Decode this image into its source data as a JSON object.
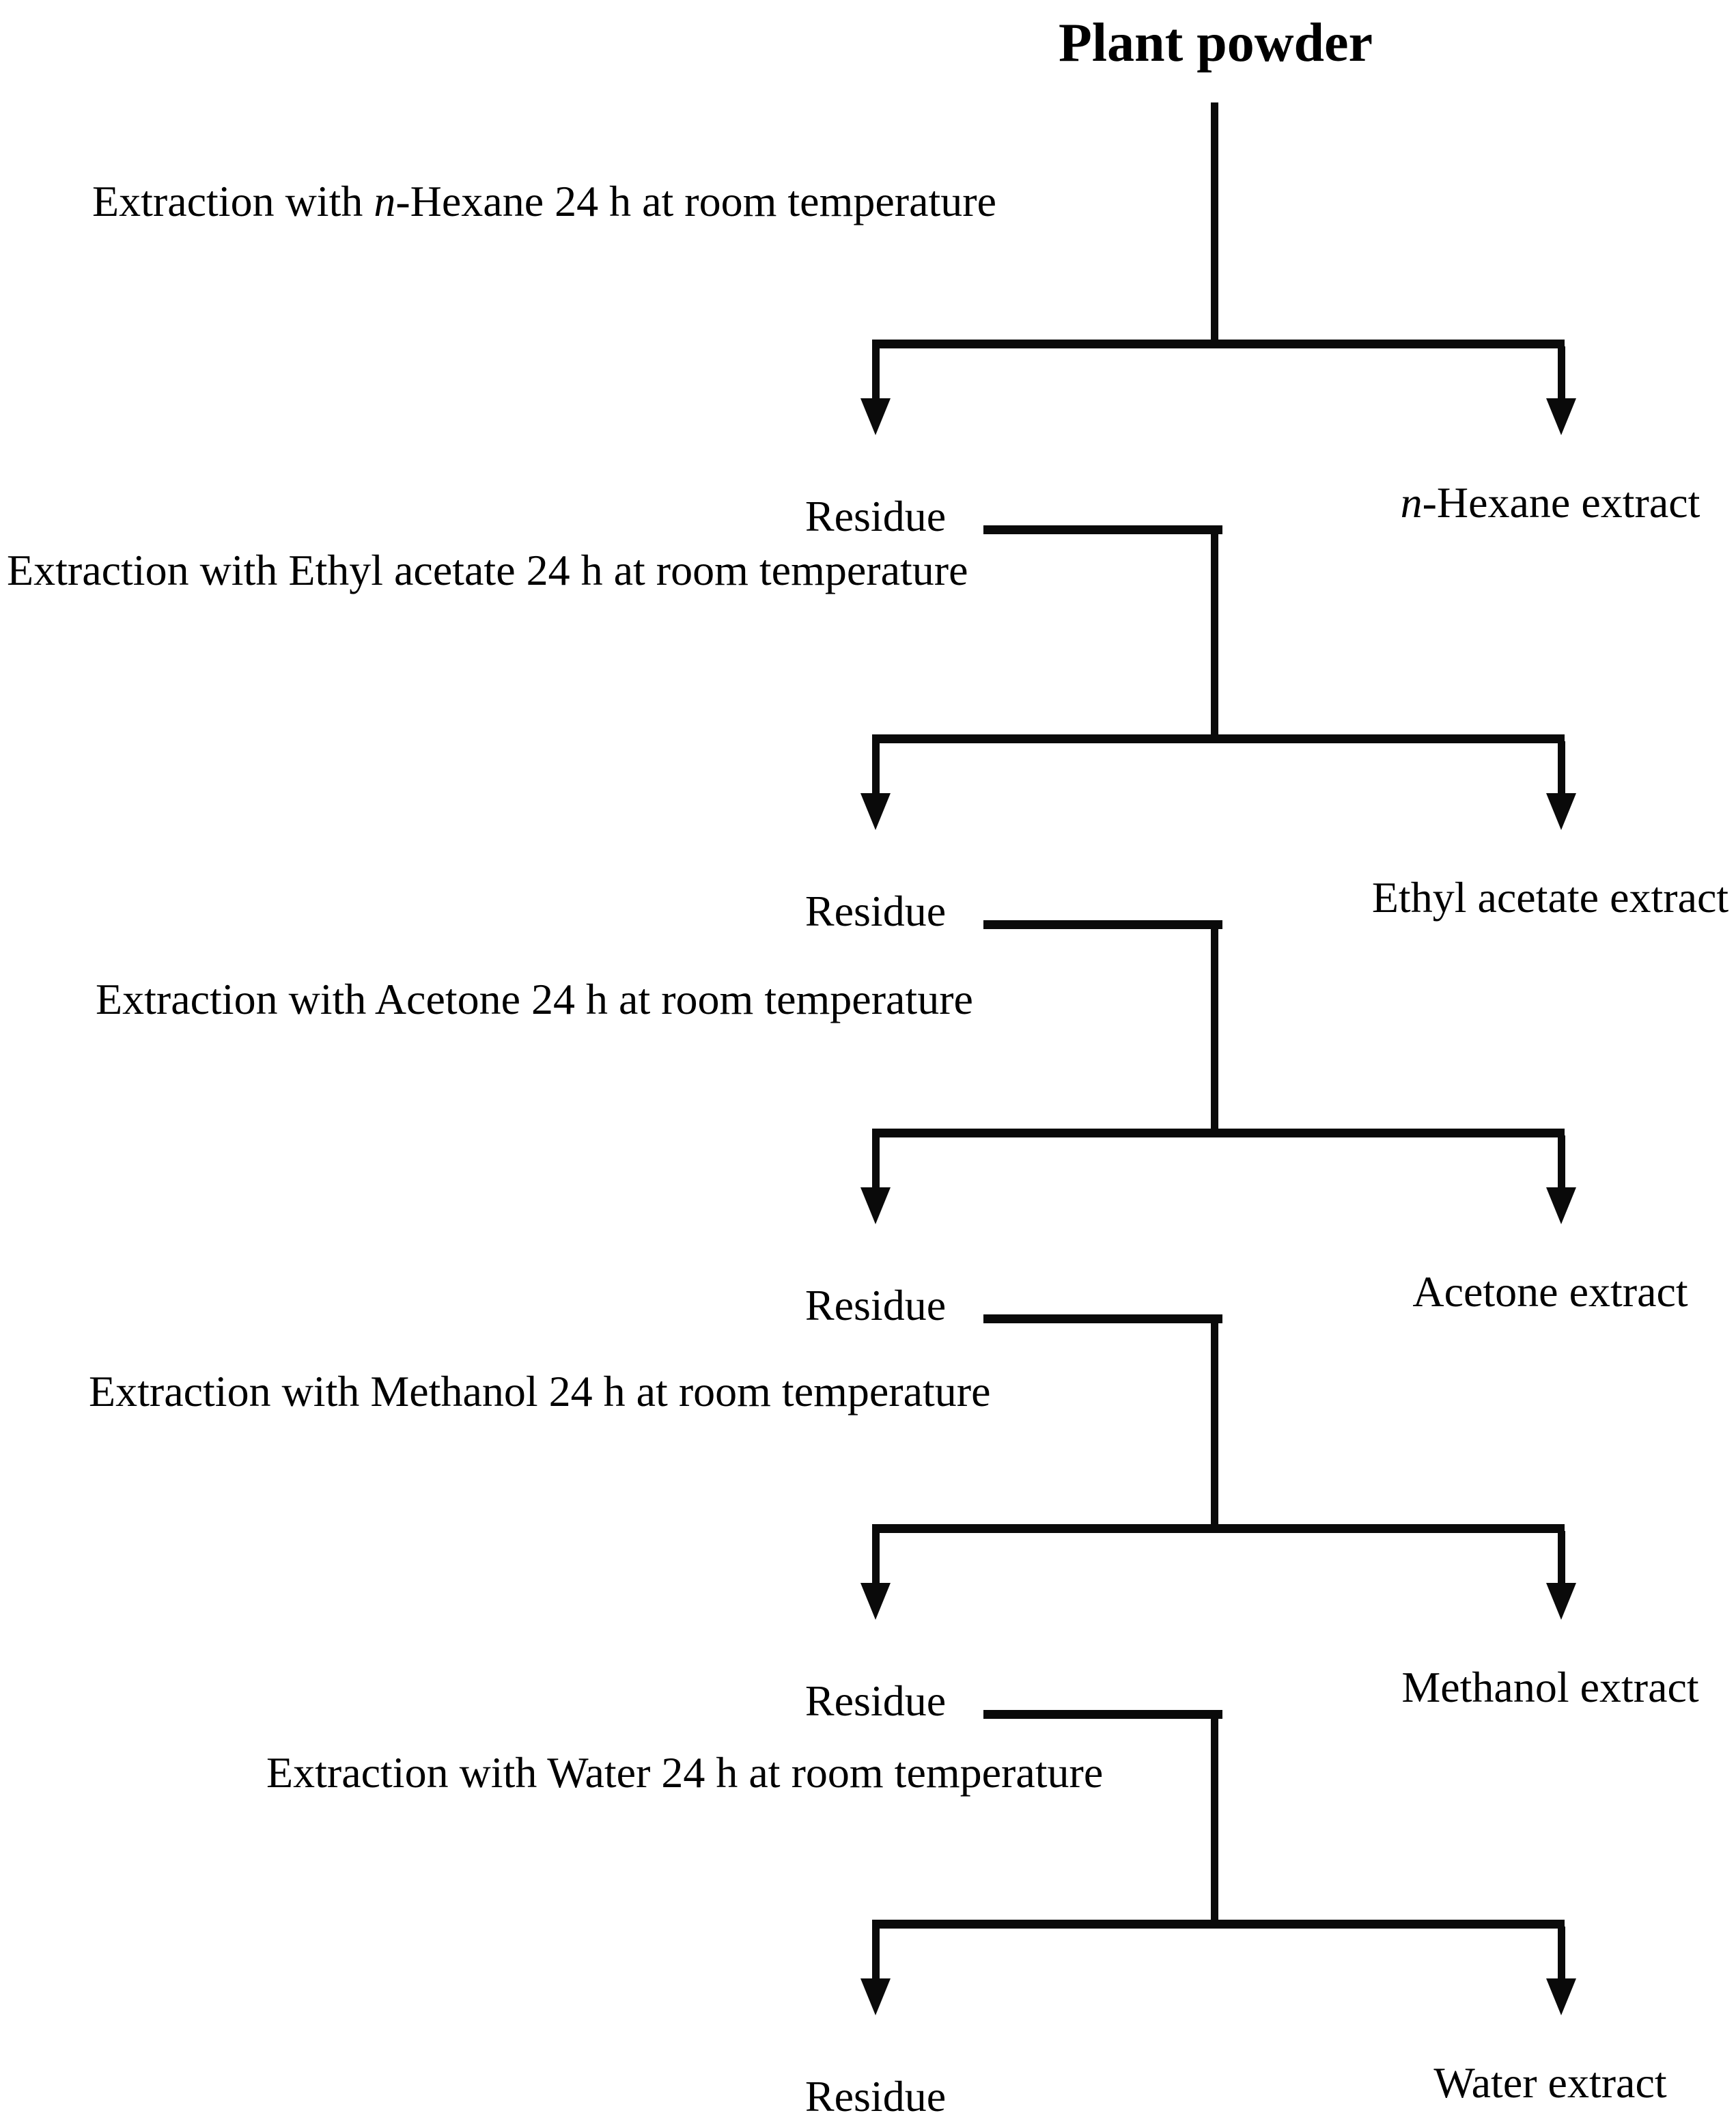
{
  "title": "Plant powder",
  "background_color": "#ffffff",
  "line_color": "#0a0a0a",
  "text_color": "#000000",
  "tiers": [
    {
      "step_parts": [
        "Extraction with ",
        "n",
        "-Hexane 24 h at room temperature"
      ],
      "left_node": "Residue",
      "right_node_parts": [
        "",
        "n",
        "-Hexane extract"
      ]
    },
    {
      "step_parts": [
        "Extraction with Ethyl acetate 24 h at room temperature",
        "",
        ""
      ],
      "left_node": "Residue",
      "right_node_parts": [
        "Ethyl acetate extract",
        "",
        ""
      ]
    },
    {
      "step_parts": [
        "Extraction with Acetone 24 h at room temperature",
        "",
        ""
      ],
      "left_node": "Residue",
      "right_node_parts": [
        "Acetone extract",
        "",
        ""
      ]
    },
    {
      "step_parts": [
        "Extraction with Methanol 24 h at room temperature",
        "",
        ""
      ],
      "left_node": "Residue",
      "right_node_parts": [
        "Methanol extract",
        "",
        ""
      ]
    },
    {
      "step_parts": [
        "Extraction with Water 24 h at room temperature",
        "",
        ""
      ],
      "left_node": "Residue",
      "right_node_parts": [
        "Water extract",
        "",
        ""
      ]
    }
  ]
}
